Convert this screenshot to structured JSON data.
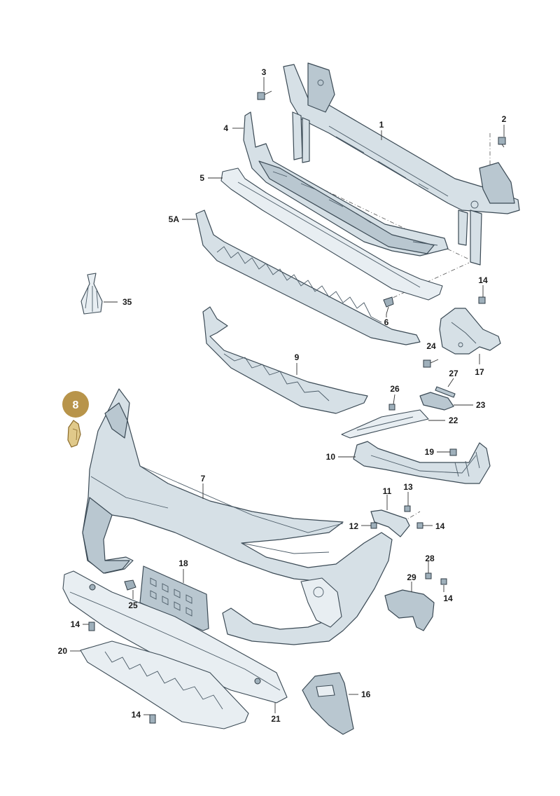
{
  "diagram": {
    "highlight": {
      "label": "8",
      "color": "#b8944a"
    },
    "callouts": {
      "c1": "1",
      "c2": "2",
      "c3": "3",
      "c4": "4",
      "c5": "5",
      "c5a": "5A",
      "c6": "6",
      "c7": "7",
      "c9": "9",
      "c10": "10",
      "c11": "11",
      "c12": "12",
      "c13": "13",
      "c14a": "14",
      "c14b": "14",
      "c14c": "14",
      "c14d": "14",
      "c14e": "14",
      "c16": "16",
      "c17": "17",
      "c18": "18",
      "c19": "19",
      "c20": "20",
      "c21": "21",
      "c22": "22",
      "c23": "23",
      "c24": "24",
      "c25": "25",
      "c26": "26",
      "c27": "27",
      "c28": "28",
      "c29": "29",
      "c35": "35"
    }
  }
}
